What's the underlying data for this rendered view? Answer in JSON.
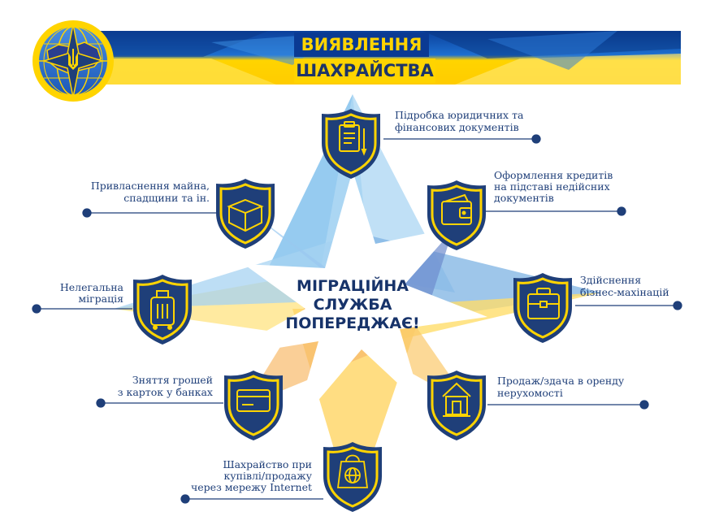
{
  "header": {
    "title_line1": "ВИЯВЛЕННЯ",
    "title_line2": "ШАХРАЙСТВА",
    "colors": {
      "blue": "#0d4aa8",
      "yellow": "#ffd400",
      "accent_yellow": "#ffe14a"
    }
  },
  "logo": {
    "icon": "migration-service-emblem-icon"
  },
  "center": {
    "line1": "МІГРАЦІЙНА",
    "line2": "СЛУЖБА",
    "line3": "ПОПЕРЕДЖАЄ!"
  },
  "items": [
    {
      "icon": "document-clipboard-icon",
      "lines": [
        "Підробка юридичних та",
        "фінансових документів"
      ]
    },
    {
      "icon": "wallet-icon",
      "lines": [
        "Оформлення кредитів",
        "на підставі недійсних",
        "документів"
      ]
    },
    {
      "icon": "briefcase-icon",
      "lines": [
        "Здійснення",
        "бізнес-махінацій"
      ]
    },
    {
      "icon": "house-icon",
      "lines": [
        "Продаж/здача в оренду",
        "нерухомості"
      ]
    },
    {
      "icon": "internet-shopping-bag-icon",
      "lines": [
        "Шахрайство при",
        "купівлі/продажу",
        "через мережу Internet"
      ]
    },
    {
      "icon": "bank-card-icon",
      "lines": [
        "Зняття грошей",
        "з карток у банках"
      ]
    },
    {
      "icon": "luggage-icon",
      "lines": [
        "Нелегальна",
        "міграція"
      ]
    },
    {
      "icon": "property-box-icon",
      "lines": [
        "Привласнення майна,",
        "спадщини та ін."
      ]
    }
  ],
  "colors": {
    "shield_fill": "#1f3f79",
    "shield_rim": "#ffd400",
    "line": "#1f3f79",
    "star_blue": "#7fc0ec",
    "star_yellow": "#ffd95a",
    "star_orange": "#f7b25a"
  }
}
